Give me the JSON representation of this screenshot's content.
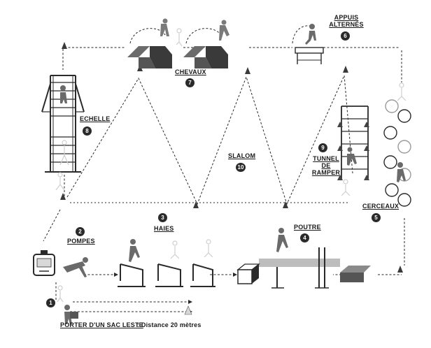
{
  "stations": {
    "porter": {
      "number": "1",
      "label": "PORTER D'UN SAC LESTE",
      "distance": ": Distance 20 mètres"
    },
    "pompes": {
      "number": "2",
      "label": "POMPES"
    },
    "haies": {
      "number": "3",
      "label": "HAIES"
    },
    "poutre": {
      "number": "4",
      "label": "POUTRE"
    },
    "cerceaux": {
      "number": "5",
      "label": "CERCEAUX"
    },
    "appuis": {
      "number": "6",
      "label_line1": "APPUIS",
      "label_line2": "ALTERNÉS"
    },
    "chevaux": {
      "number": "7",
      "label": "CHEVAUX"
    },
    "echelle": {
      "number": "8",
      "label": "ECHELLE"
    },
    "tunnel": {
      "number": "9",
      "label_line1": "TUNNEL",
      "label_line2": "DE",
      "label_line3": "RAMPER"
    },
    "slalom": {
      "number": "10",
      "label": "SLALOM"
    }
  },
  "icons": [
    "stopwatch-icon",
    "cone-icon",
    "hurdle-icon",
    "athlete-icon",
    "ladder-icon",
    "hoop-icon",
    "vaulting-box-icon",
    "balance-beam-icon",
    "step-platform-icon"
  ],
  "colors": {
    "ink": "#2a2a2a",
    "mat": "#6b6b6b",
    "beam": "#bdbdbd",
    "ghost": "#cfcfcf"
  }
}
